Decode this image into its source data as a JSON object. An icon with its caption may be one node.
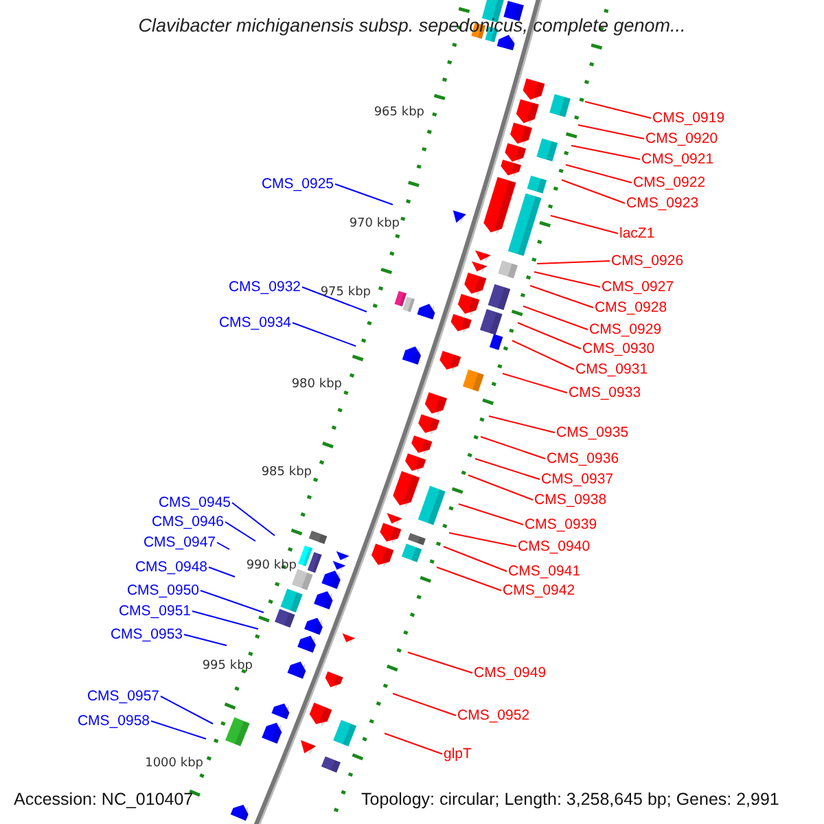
{
  "diagram": {
    "title": "Clavibacter michiganensis subsp. sepedonicus, complete genom...",
    "nodes": [
      {
        "text": [
          "CMS_0919"
        ]
      },
      {
        "text": [
          "CMS_0920"
        ]
      },
      {
        "text": [
          "CMS_0921"
        ]
      },
      {
        "text": [
          "CMS_0922"
        ]
      },
      {
        "text": [
          "CMS_0923"
        ]
      },
      {
        "text": [
          "lacZ1"
        ]
      },
      {
        "text": [
          "CMS_0926"
        ]
      },
      {
        "text": [
          "CMS_0927"
        ]
      },
      {
        "text": [
          "CMS_0928"
        ]
      },
      {
        "text": [
          "CMS_0929"
        ]
      },
      {
        "text": [
          "CMS_0930"
        ]
      },
      {
        "text": [
          "CMS_0931"
        ]
      },
      {
        "text": [
          "CMS_0933"
        ]
      },
      {
        "text": [
          "CMS_0935"
        ]
      },
      {
        "text": [
          "CMS_0936"
        ]
      },
      {
        "text": [
          "CMS_0937"
        ]
      },
      {
        "text": [
          "CMS_0938"
        ]
      },
      {
        "text": [
          "CMS_0939"
        ]
      },
      {
        "text": [
          "CMS_0940"
        ]
      },
      {
        "text": [
          "CMS_0941"
        ]
      },
      {
        "text": [
          "CMS_0942"
        ]
      },
      {
        "text": [
          "CMS_0949"
        ]
      },
      {
        "text": [
          "CMS_0952"
        ]
      },
      {
        "text": [
          "glpT"
        ]
      },
      {
        "text": [
          "CMS_0925"
        ]
      },
      {
        "text": [
          "CMS_0932"
        ]
      },
      {
        "text": [
          "CMS_0934"
        ]
      },
      {
        "text": [
          "CMS_0945"
        ]
      },
      {
        "text": [
          "CMS_0946"
        ]
      },
      {
        "text": [
          "CMS_0947"
        ]
      },
      {
        "text": [
          "CMS_0948"
        ]
      },
      {
        "text": [
          "CMS_0950"
        ]
      },
      {
        "text": [
          "CMS_0951"
        ]
      },
      {
        "text": [
          "CMS_0953"
        ]
      },
      {
        "text": [
          "CMS_0957"
        ]
      },
      {
        "text": [
          "CMS_0958"
        ]
      }
    ],
    "edges": [
      {
        "from": 0,
        "to": null,
        "arrow": "none"
      },
      {
        "from": 1,
        "to": null,
        "arrow": "none"
      },
      {
        "from": 2,
        "to": null,
        "arrow": "none"
      },
      {
        "from": 3,
        "to": null,
        "arrow": "none"
      },
      {
        "from": 4,
        "to": null,
        "arrow": "none"
      },
      {
        "from": 5,
        "to": null,
        "arrow": "none"
      },
      {
        "from": 6,
        "to": null,
        "arrow": "none"
      },
      {
        "from": 7,
        "to": null,
        "arrow": "none"
      },
      {
        "from": 8,
        "to": null,
        "arrow": "none"
      },
      {
        "from": 9,
        "to": null,
        "arrow": "none"
      },
      {
        "from": 10,
        "to": null,
        "arrow": "none"
      },
      {
        "from": 11,
        "to": null,
        "arrow": "none"
      },
      {
        "from": 12,
        "to": null,
        "arrow": "none"
      },
      {
        "from": 13,
        "to": null,
        "arrow": "none"
      },
      {
        "from": 14,
        "to": null,
        "arrow": "none"
      },
      {
        "from": 15,
        "to": null,
        "arrow": "none"
      },
      {
        "from": 16,
        "to": null,
        "arrow": "none"
      },
      {
        "from": 17,
        "to": null,
        "arrow": "none"
      },
      {
        "from": 18,
        "to": null,
        "arrow": "none"
      },
      {
        "from": 19,
        "to": null,
        "arrow": "none"
      },
      {
        "from": 20,
        "to": null,
        "arrow": "none"
      },
      {
        "from": 21,
        "to": null,
        "arrow": "none"
      },
      {
        "from": 22,
        "to": null,
        "arrow": "none"
      },
      {
        "from": 23,
        "to": null,
        "arrow": "none"
      },
      {
        "from": 24,
        "to": null,
        "arrow": "none",
        "color": "#0000ff"
      },
      {
        "from": 25,
        "to": null,
        "arrow": "none",
        "color": "#0000ff"
      },
      {
        "from": 26,
        "to": null,
        "arrow": "none",
        "color": "#0000ff"
      },
      {
        "from": 27,
        "to": null,
        "arrow": "none",
        "color": "#0000ff"
      },
      {
        "from": 28,
        "to": null,
        "arrow": "none",
        "color": "#0000ff"
      },
      {
        "from": 29,
        "to": null,
        "arrow": "none",
        "color": "#0000ff"
      },
      {
        "from": 30,
        "to": null,
        "arrow": "none",
        "color": "#0000ff"
      },
      {
        "from": 31,
        "to": null,
        "arrow": "none",
        "color": "#0000ff"
      },
      {
        "from": 32,
        "to": null,
        "arrow": "none",
        "color": "#0000ff"
      },
      {
        "from": 33,
        "to": null,
        "arrow": "none",
        "color": "#0000ff"
      },
      {
        "from": 34,
        "to": null,
        "arrow": "none",
        "color": "#0000ff"
      },
      {
        "from": 35,
        "to": null,
        "arrow": "none",
        "color": "#0000ff"
      }
    ],
    "labels": [
      "965 kbp",
      "970 kbp",
      "975 kbp",
      "980 kbp",
      "985 kbp",
      "990 kbp",
      "995 kbp",
      "1000 kbp",
      "Accession: NC_010407",
      "Topology: circular; Length: 3,258,645 bp; Genes: 2,991"
    ]
  }
}
